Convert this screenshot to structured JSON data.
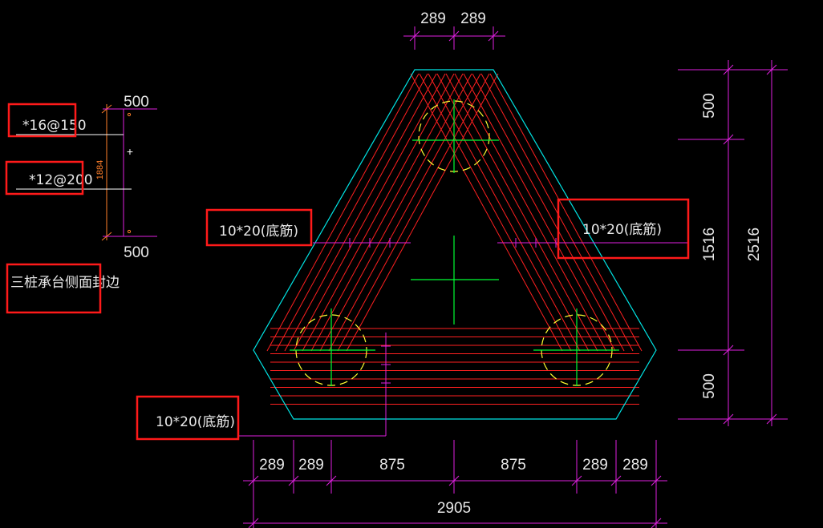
{
  "colors": {
    "background": "#000000",
    "outline": "#00e5e5",
    "rebar": "#ff2020",
    "pile": "#ffff33",
    "center": "#00ff33",
    "dimension": "#e020e0",
    "annotation": "#ff7f2a",
    "highlight_box": "#ff1a1a",
    "text": "#e8e8e8"
  },
  "dims": {
    "top_left": "289",
    "top_right": "289",
    "right_top": "500",
    "right_mid": "1516",
    "right_bottom": "500",
    "right_total": "2516",
    "bottom_1": "289",
    "bottom_2": "289",
    "bottom_3": "875",
    "bottom_4": "875",
    "bottom_5": "289",
    "bottom_6": "289",
    "bottom_total": "2905"
  },
  "section": {
    "top_value": "500",
    "bottom_value": "500",
    "height_value": "1884"
  },
  "labels": {
    "rebar_top": "*16@150",
    "rebar_side": "*12@200",
    "bottom_bar_left": "10*20(底筋)",
    "bottom_bar_right": "10*20(底筋)",
    "bottom_bar_lower": "10*20(底筋)",
    "title": "三桩承台侧面封边"
  }
}
